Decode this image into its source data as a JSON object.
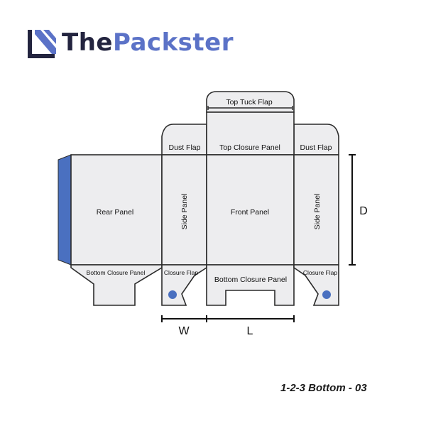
{
  "brand": {
    "prefix": "The",
    "name": "Packster",
    "colors": {
      "dark": "#23243f",
      "accent": "#5b72c7"
    }
  },
  "panels": {
    "top_tuck_flap": "Top Tuck Flap",
    "dust_flap_left": "Dust Flap",
    "top_closure_panel": "Top Closure Panel",
    "dust_flap_right": "Dust Flap",
    "rear_panel": "Rear Panel",
    "side_panel_left": "Side Panel",
    "front_panel": "Front Panel",
    "side_panel_right": "Side Panel",
    "bottom_closure_panel_rear": "Bottom Closure Panel",
    "closure_flap_left": "Closure Flap",
    "bottom_closure_panel_front": "Bottom Closure Panel",
    "closure_flap_right": "Closure Flap"
  },
  "dimensions": {
    "width": "W",
    "length": "L",
    "depth": "D"
  },
  "style_code": "1-2-3 Bottom - 03",
  "colors": {
    "glue_flap": "#4a70c0",
    "panel_fill": "#ededef",
    "dot": "#4a70c0"
  }
}
